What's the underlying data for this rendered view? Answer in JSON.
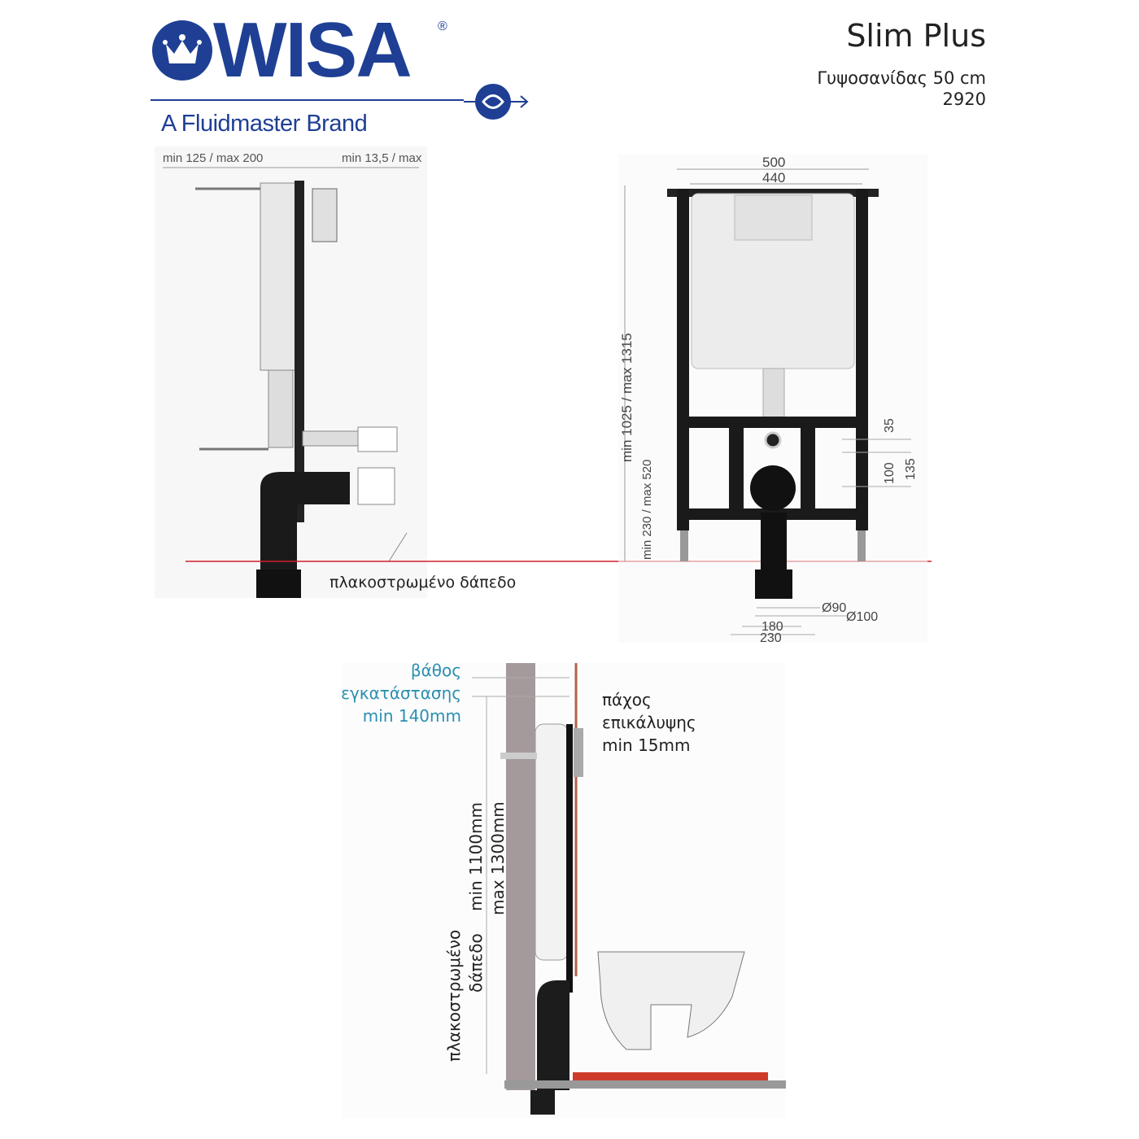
{
  "logo": {
    "wordmark": "WISA",
    "registered": "®",
    "tagline": "A Fluidmaster Brand"
  },
  "header": {
    "product": "Slim Plus",
    "subtitle": "Γυψοσανίδας 50 cm",
    "code": "2920"
  },
  "side_view": {
    "dim_left": "min 125 / max 200",
    "dim_right": "min 13,5 / max",
    "floor_label": "πλακοστρωμένο δάπεδο"
  },
  "front_view": {
    "width_outer": "500",
    "width_inner": "440",
    "height": "min 1025 / max 1315",
    "lower_height": "min 230 / max 520",
    "dim_35": "35",
    "dim_100": "100",
    "dim_135": "135",
    "dia_90": "Ø90",
    "dia_100": "Ø100",
    "dim_180": "180",
    "dim_230": "230"
  },
  "install_view": {
    "depth_line1": "βάθος",
    "depth_line2": "εγκατάστασης",
    "depth_line3": "min 140mm",
    "cover_line1": "πάχος",
    "cover_line2": "επικάλυψης",
    "cover_line3": "min 15mm",
    "height_min": "min 1100mm",
    "height_max": "max 1300mm",
    "floor_line1": "πλακοστρωμένο",
    "floor_line2": "δάπεδο"
  },
  "colors": {
    "brand": "#1e3f94",
    "floor_line": "#d0202a",
    "teal": "#2a8fb0"
  }
}
